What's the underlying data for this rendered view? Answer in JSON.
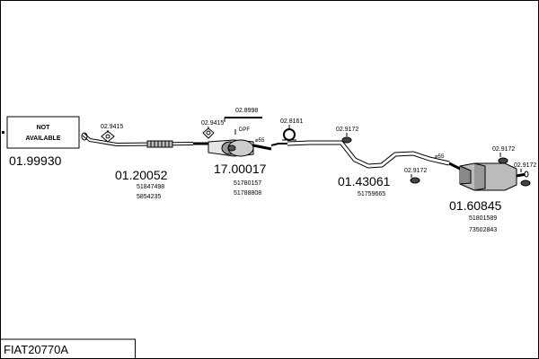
{
  "not_available_box": {
    "line1": "NOT",
    "line2": "AVAILABLE",
    "code": "01.99930"
  },
  "parts": [
    {
      "code": "01.20052",
      "oem": [
        "51847498",
        "5854235"
      ]
    },
    {
      "code": "17.00017",
      "oem": [
        "51780157",
        "51788808"
      ],
      "tag": "DPF"
    },
    {
      "code": "01.43061",
      "oem": [
        "51759665"
      ]
    },
    {
      "code": "01.60845",
      "oem": [
        "51801589",
        "73502843"
      ]
    }
  ],
  "fittings": {
    "f1": "02.9415",
    "f2": "02.9415",
    "f3": "02.8998",
    "f4": "02.8161",
    "f5": "02.9172",
    "f6": "02.9172",
    "f7": "02.9172",
    "f8": "02.9172"
  },
  "diameters": {
    "d1": "⌀55",
    "d2": "⌀55"
  },
  "footer_code": "FIAT20770A"
}
